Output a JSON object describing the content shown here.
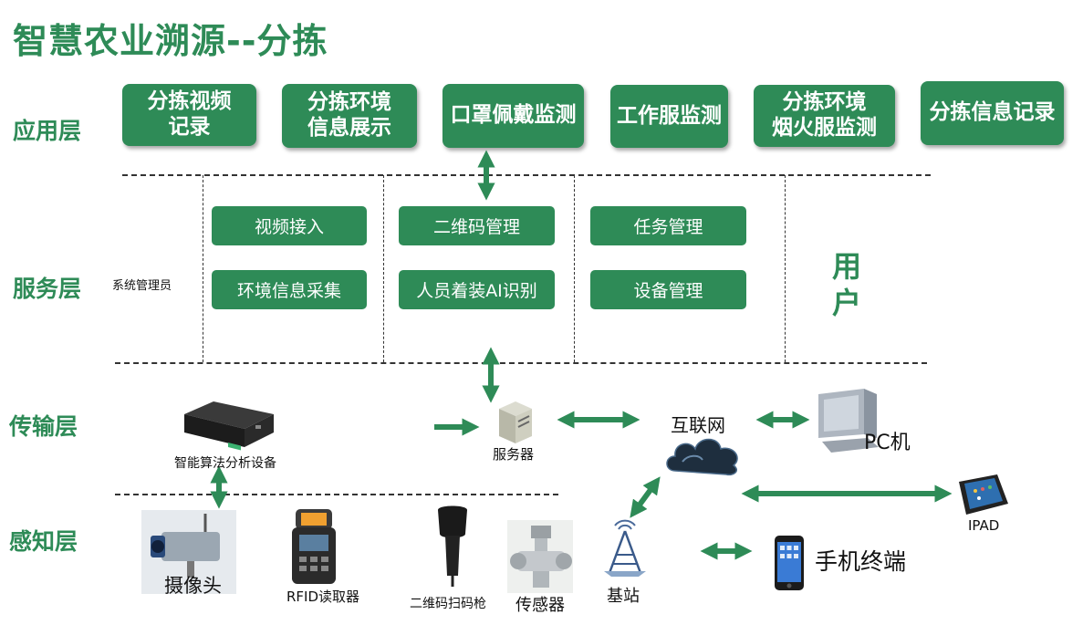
{
  "title": "智慧农业溯源--分拣",
  "layers": {
    "app": "应用层",
    "service": "服务层",
    "transport": "传输层",
    "perception": "感知层"
  },
  "app_boxes": [
    "分拣视频\n记录",
    "分拣环境\n信息展示",
    "口罩佩戴监测",
    "工作服监测",
    "分拣环境\n烟火服监测",
    "分拣信息记录"
  ],
  "service": {
    "admin": "系统管理员",
    "boxes": [
      "视频接入",
      "环境信息采集",
      "二维码管理",
      "人员着装AI识别",
      "任务管理",
      "设备管理"
    ],
    "user": "用户"
  },
  "transport": {
    "edge_device": "智能算法分析设备",
    "server": "服务器",
    "internet": "互联网",
    "pc": "PC机",
    "ipad": "IPAD"
  },
  "perception": {
    "camera": "摄像头",
    "rfid": "RFID读取器",
    "scanner": "二维码扫码枪",
    "sensor": "传感器",
    "base_station": "基站",
    "mobile": "手机终端"
  },
  "colors": {
    "accent": "#2e8b57",
    "dash": "#333333"
  },
  "icons": [
    "edge-device-icon",
    "server-icon",
    "cloud-icon",
    "pc-icon",
    "ipad-icon",
    "camera-icon",
    "rfid-reader-icon",
    "barcode-scanner-icon",
    "sensor-icon",
    "base-station-icon",
    "mobile-phone-icon"
  ]
}
